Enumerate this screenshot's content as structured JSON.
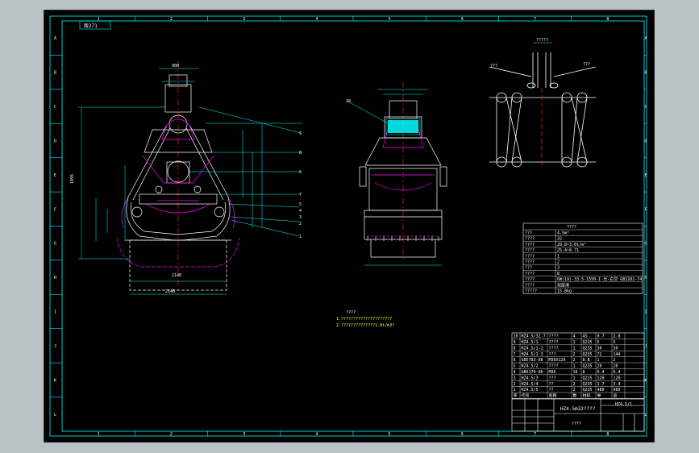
{
  "colors": {
    "frame": "#00ffff",
    "dims": "#00ffff",
    "outline": "#ffffff",
    "section": "#ff00ff",
    "center": "#ff2020",
    "text": "#ffffff",
    "note": "#ffff33",
    "bg": "#000000"
  },
  "border": {
    "cols": [
      "1",
      "2",
      "3",
      "4",
      "5",
      "6",
      "7",
      "8"
    ],
    "rows": [
      "A",
      "B",
      "C",
      "D",
      "E",
      "F",
      "G",
      "H",
      "I",
      "J",
      "K",
      "L"
    ]
  },
  "corner_tag": "版271",
  "front_view": {
    "balloons": [
      "9",
      "8",
      "6",
      "7",
      "5",
      "4",
      "3",
      "2",
      "1"
    ]
  },
  "side_view": {
    "balloon": "10"
  },
  "rope_diagram": {
    "title": "?????",
    "left_label": "???",
    "right_label": "???"
  },
  "spec_table": {
    "title": "????",
    "rows": [
      {
        "k": "???",
        "v": "4.5m³"
      },
      {
        "k": "????",
        "v": "32"
      },
      {
        "k": "????",
        "v": "20.8~3.0t/m³"
      },
      {
        "k": "????",
        "v": "25.4~8.71"
      },
      {
        "k": "????",
        "v": "1"
      },
      {
        "k": "????",
        "v": "2"
      },
      {
        "k": "???",
        "v": "3"
      },
      {
        "k": "????",
        "v": "8"
      },
      {
        "k": "????",
        "v": "6W(19)-33.5-1550-I-光-右交 GB1102-74"
      },
      {
        "k": "????",
        "v": "双层滑"
      },
      {
        "k": "?????",
        "v": "15.8kg"
      }
    ]
  },
  "notes": {
    "title": "????",
    "lines": [
      "1.?????????????????????",
      "2.??????????????1.8t/m3?"
    ]
  },
  "parts_list": {
    "rows": [
      {
        "no": "10",
        "code": "HZ4.5/32.7",
        "name": "????",
        "qty": "4",
        "mat": "45",
        "w": "0.7",
        "tw": "2.8"
      },
      {
        "no": "9",
        "code": "HZ4.5/1",
        "name": "????",
        "qty": "1",
        "mat": "Q235",
        "w": "5",
        "tw": "5"
      },
      {
        "no": "8",
        "code": "HZ4.5/1-2",
        "name": "????",
        "qty": "1",
        "mat": "Q235",
        "w": "30",
        "tw": "30"
      },
      {
        "no": "7",
        "code": "HZ4.5/1-3",
        "name": "???",
        "qty": "2",
        "mat": "Q235",
        "w": "72",
        "tw": "144"
      },
      {
        "no": "6",
        "code": "GB5783-86",
        "name": "M36X120",
        "qty": "2",
        "mat": "8.8",
        "w": "1",
        "tw": "2"
      },
      {
        "no": "5",
        "code": "HZ4.5/2",
        "name": "????",
        "qty": "1",
        "mat": "Q235",
        "w": "20",
        "tw": "20"
      },
      {
        "no": "4",
        "code": "GB6170-86",
        "name": "M36",
        "qty": "16",
        "mat": "8",
        "w": "0.4",
        "tw": "6.4"
      },
      {
        "no": "3",
        "code": "HZ4.5/3",
        "name": "???",
        "qty": "1",
        "mat": "Q235",
        "w": "120",
        "tw": "120"
      },
      {
        "no": "2",
        "code": "HZ4.5/4",
        "name": "??",
        "qty": "2",
        "mat": "Q235",
        "w": "1.7",
        "tw": "3.4"
      },
      {
        "no": "1",
        "code": "HZ4.5/5",
        "name": "??",
        "qty": "2",
        "mat": "Q235",
        "w": "480",
        "tw": "960"
      }
    ],
    "header": {
      "no": "序",
      "code": "代号",
      "name": "名称",
      "qty": "数",
      "mat": "材料",
      "w": "单",
      "tw": "总"
    }
  },
  "title_block": {
    "drawing_no": "HZ4.5/1",
    "title": "HZ4.5m32????",
    "org": "????"
  }
}
